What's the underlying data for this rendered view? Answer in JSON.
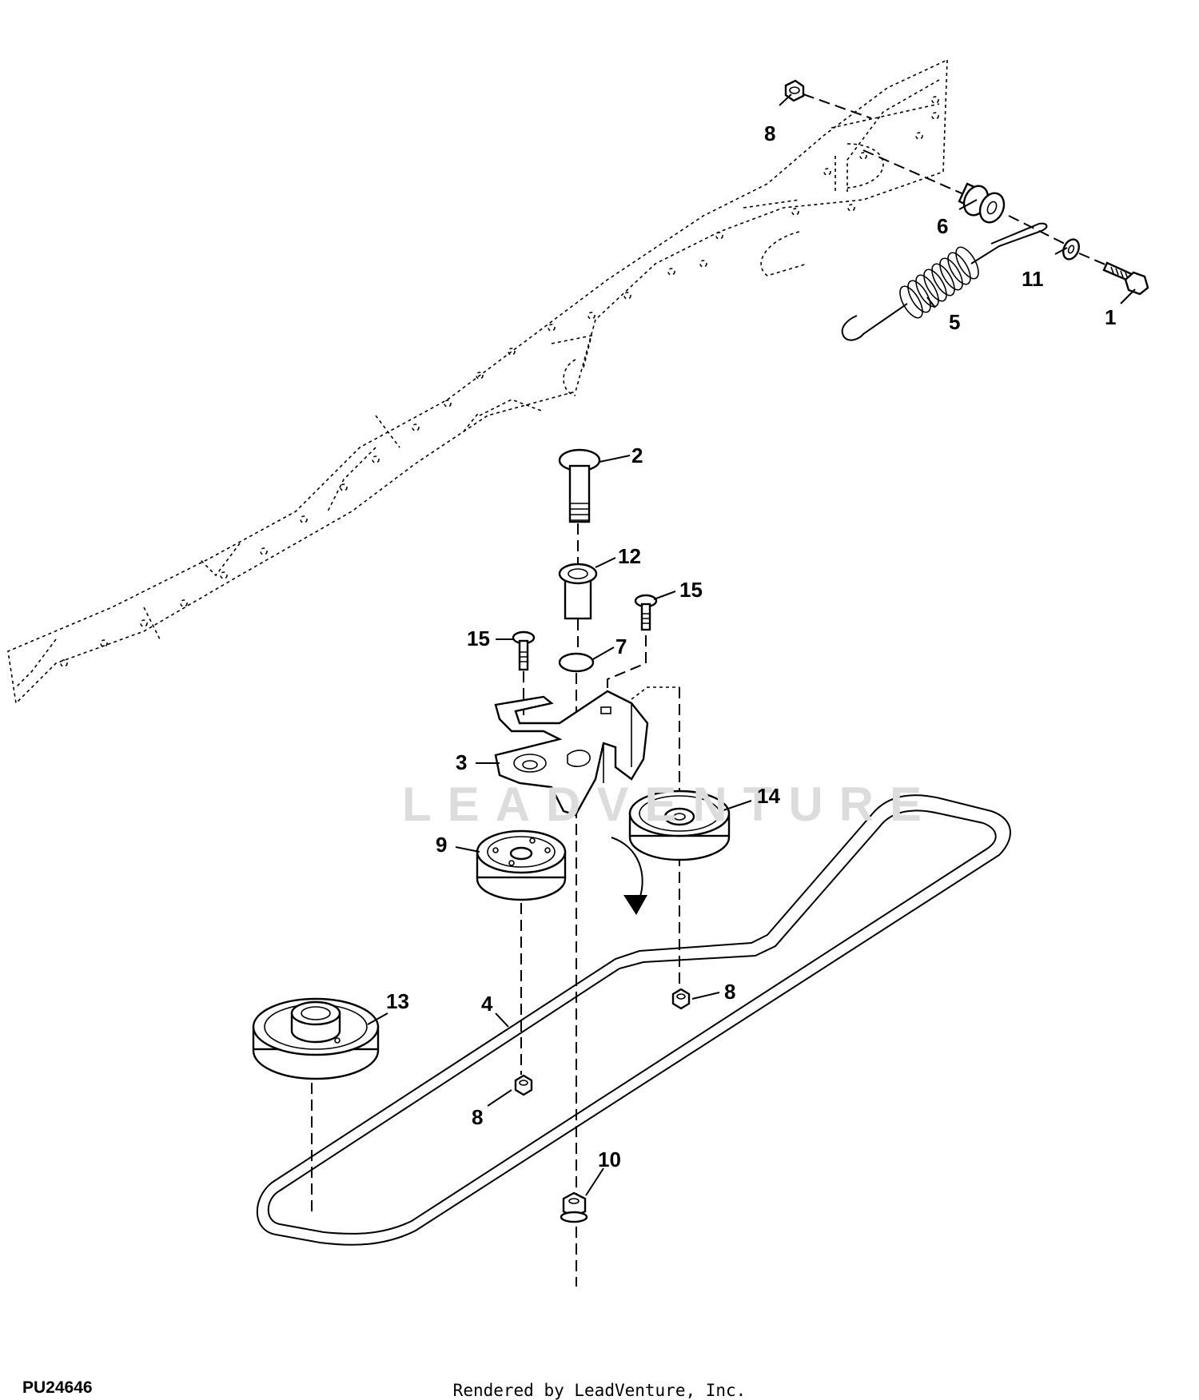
{
  "figure": {
    "id": "PU24646",
    "credit": "Rendered by LeadVenture, Inc.",
    "watermark": "LEADVENTURE"
  },
  "callouts": [
    {
      "key": "frame_nut_top",
      "label": "8"
    },
    {
      "key": "spacer",
      "label": "6"
    },
    {
      "key": "washer",
      "label": "11"
    },
    {
      "key": "cap_screw",
      "label": "1"
    },
    {
      "key": "spring",
      "label": "5"
    },
    {
      "key": "pivot_bolt",
      "label": "2"
    },
    {
      "key": "bushing",
      "label": "12"
    },
    {
      "key": "bolt_right",
      "label": "15"
    },
    {
      "key": "bolt_left",
      "label": "15"
    },
    {
      "key": "snap_ring",
      "label": "7"
    },
    {
      "key": "bracket",
      "label": "3"
    },
    {
      "key": "idler_flat",
      "label": "14"
    },
    {
      "key": "idler_v",
      "label": "9"
    },
    {
      "key": "engine_sheave",
      "label": "13"
    },
    {
      "key": "belt",
      "label": "4"
    },
    {
      "key": "nut_right",
      "label": "8"
    },
    {
      "key": "nut_left",
      "label": "8"
    },
    {
      "key": "flange_nut",
      "label": "10"
    }
  ]
}
